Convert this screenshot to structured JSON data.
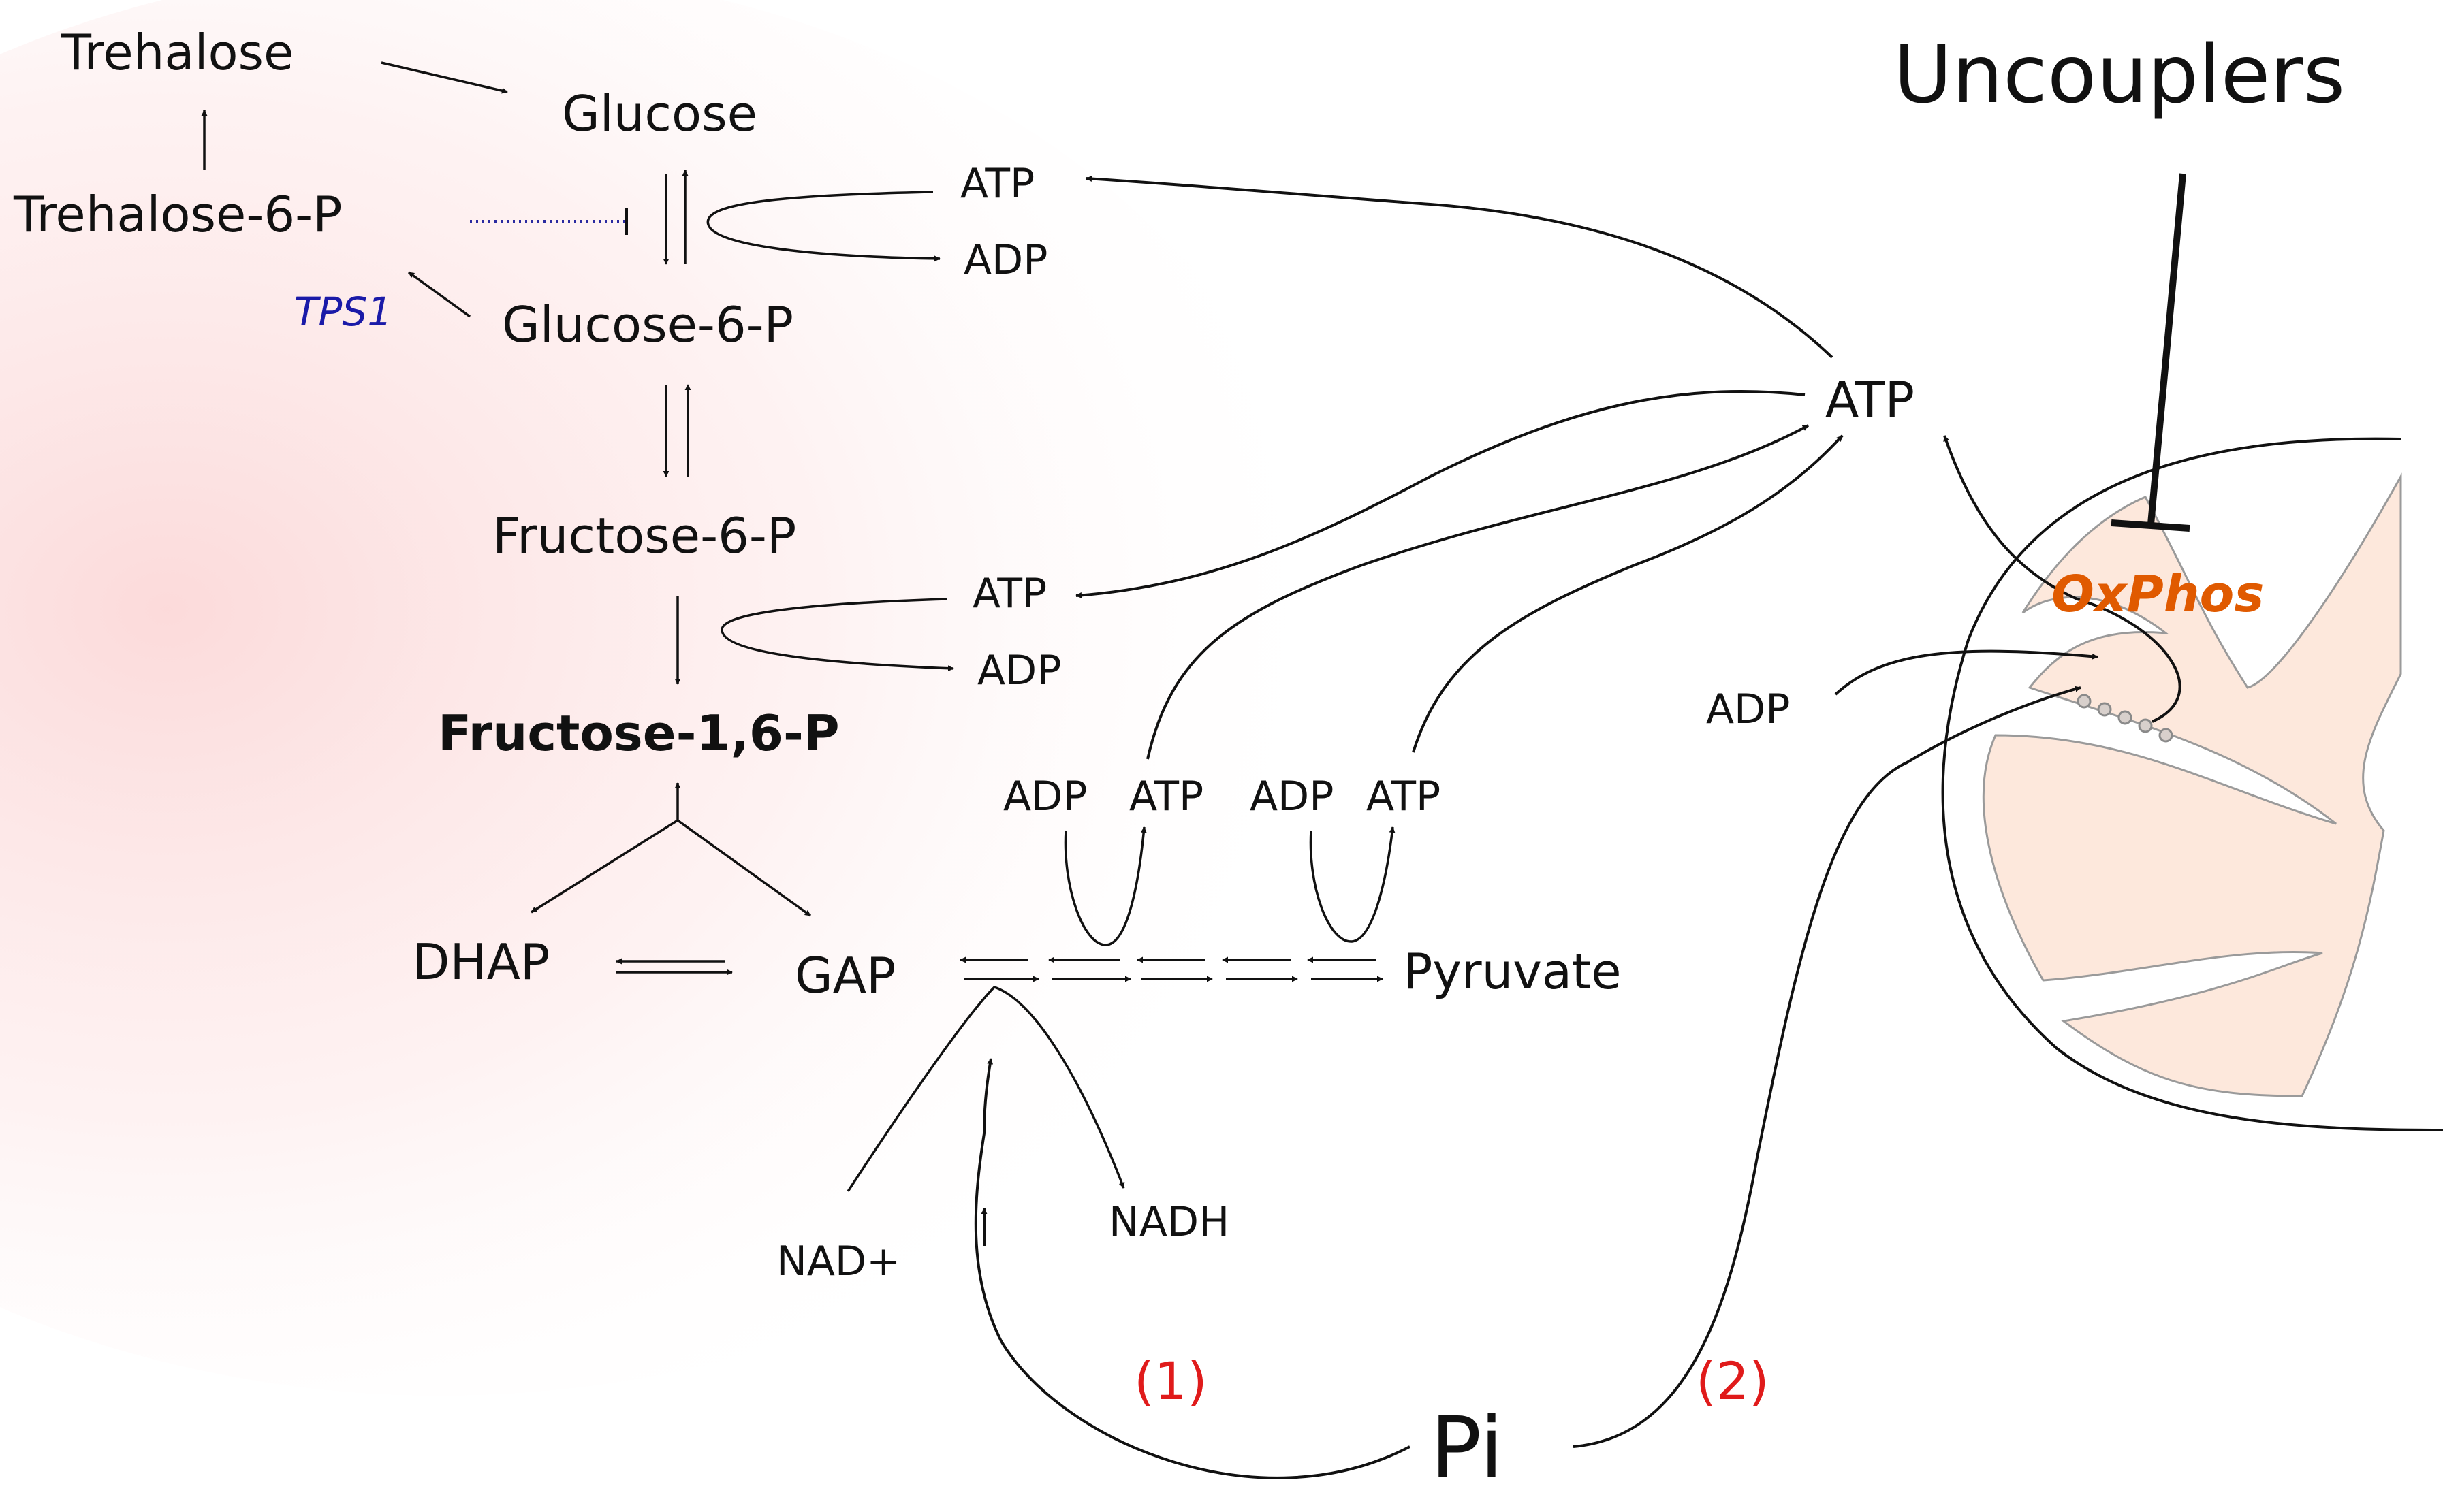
{
  "metabolites": {
    "trehalose": "Trehalose",
    "glucose": "Glucose",
    "trehalose6p": "Trehalose-6-P",
    "glucose6p": "Glucose-6-P",
    "fructose6p": "Fructose-6-P",
    "fructose16p": "Fructose-1,6-P",
    "dhap": "DHAP",
    "gap": "GAP",
    "pyruvate": "Pyruvate",
    "nad": "NAD+",
    "nadh": "NADH",
    "pi": "Pi"
  },
  "cofactors": {
    "atp": "ATP",
    "adp": "ADP"
  },
  "enzyme": "TPS1",
  "mito_label": "OxPhos",
  "inhibitor": "Uncouplers",
  "routes": [
    "(1)",
    "(2)"
  ],
  "colors": {
    "enzyme": "#1a1aa8",
    "oxphos": "#e05a00",
    "route": "#e01b1b",
    "mitochondrion_fill": "#fde8dc",
    "cytosol_glow": "#fde4e4"
  }
}
